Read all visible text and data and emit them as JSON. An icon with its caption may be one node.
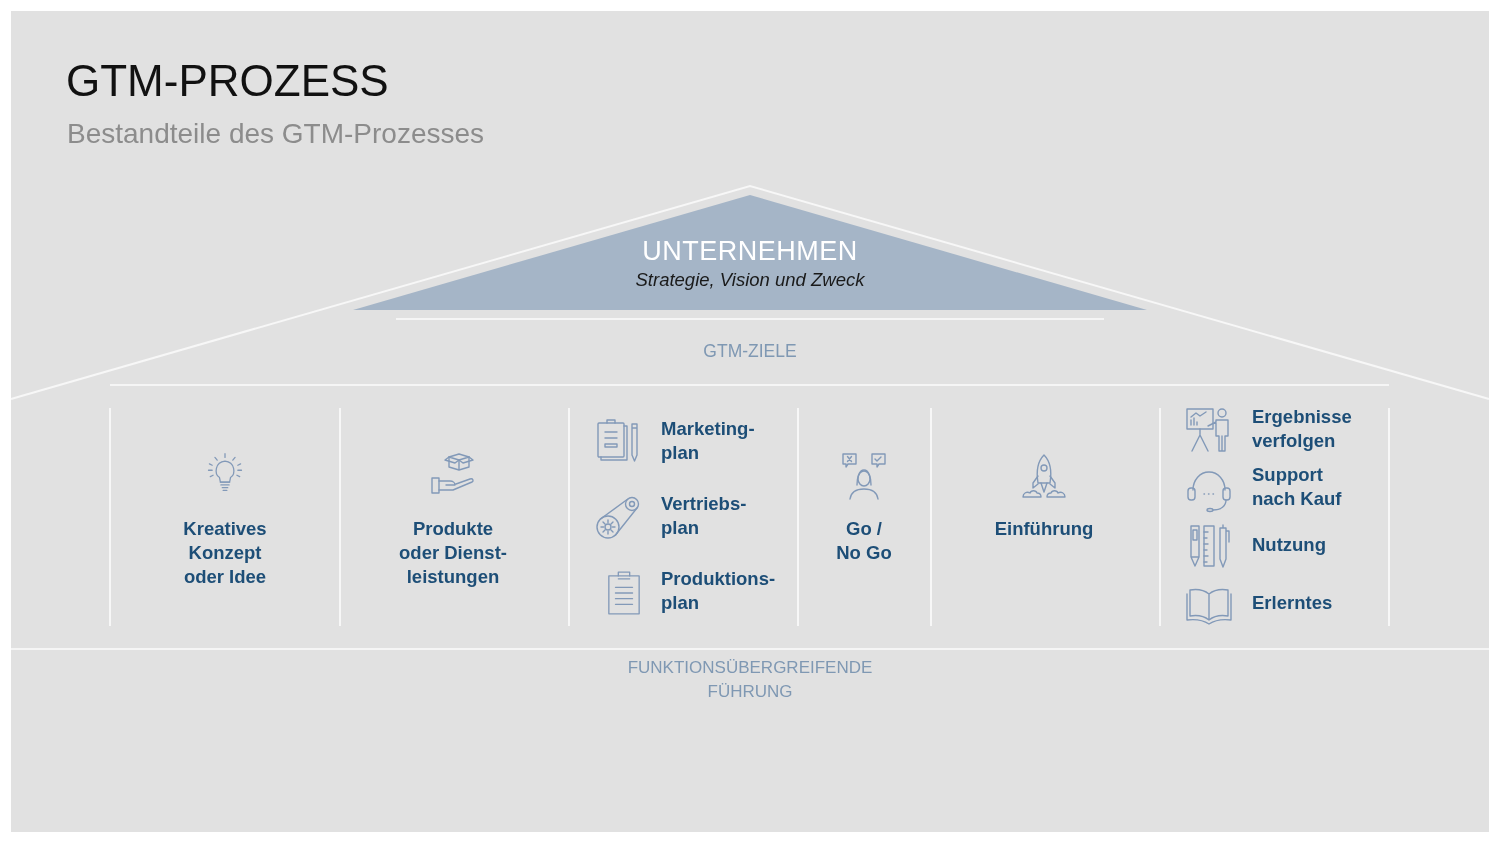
{
  "diagram": {
    "title": "GTM-PROZESS",
    "nodes": [
      {
        "text": [
          "UNTERNEHMEN",
          "Strategie, Vision und Zweck"
        ]
      },
      {
        "text": [
          "GTM-ZIELE"
        ]
      },
      {
        "text": [
          "Kreatives Konzept oder Idee"
        ]
      },
      {
        "text": [
          "Produkte oder Dienst- leistungen"
        ]
      },
      {
        "text": [
          "Marketing- plan"
        ]
      },
      {
        "text": [
          "Vertriebs- plan"
        ]
      },
      {
        "text": [
          "Produktions- plan"
        ]
      },
      {
        "text": [
          "Go / No Go"
        ]
      },
      {
        "text": [
          "Einführung"
        ]
      },
      {
        "text": [
          "Ergebnisse verfolgen"
        ]
      },
      {
        "text": [
          "Support nach Kauf"
        ]
      },
      {
        "text": [
          "Nutzung"
        ]
      },
      {
        "text": [
          "Erlerntes"
        ]
      },
      {
        "text": [
          "FUNKTIONSÜBERGREIFENDE FÜHRUNG"
        ]
      }
    ],
    "labels": [
      "Bestandteile des GTM-Prozesses"
    ]
  }
}
